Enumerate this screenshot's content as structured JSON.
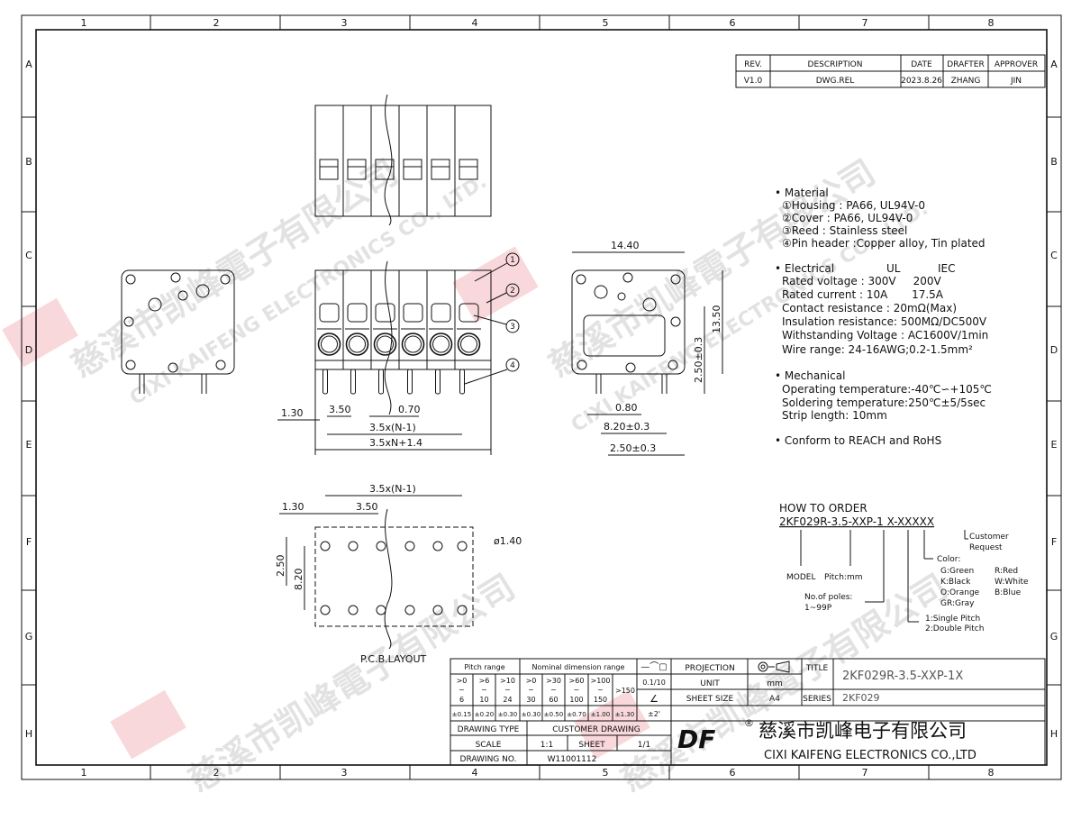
{
  "frame": {
    "columns": [
      "1",
      "2",
      "3",
      "4",
      "5",
      "6",
      "7",
      "8"
    ],
    "rows": [
      "A",
      "B",
      "C",
      "D",
      "E",
      "F",
      "G",
      "H"
    ]
  },
  "revision_table": {
    "headers": [
      "REV.",
      "DESCRIPTION",
      "DATE",
      "DRAFTER",
      "APPROVER"
    ],
    "row": [
      "V1.0",
      "DWG.REL",
      "2023.8.26",
      "ZHANG",
      "JIN"
    ]
  },
  "callouts": [
    "1",
    "2",
    "3",
    "4"
  ],
  "dimensions": {
    "front": {
      "d130": "1.30",
      "d350": "3.50",
      "d070": "0.70",
      "pitch": "3.5x(N-1)",
      "overall": "3.5xN+1.4"
    },
    "side": {
      "width": "14.40",
      "height": "13.50",
      "pin_len": "2.50±0.3",
      "pin_w": "0.80",
      "pin_span": "8.20±0.3",
      "pin_offset": "2.50±0.3"
    },
    "pcb": {
      "pitch": "3.5x(N-1)",
      "d130": "1.30",
      "d350": "3.50",
      "hole": "ø1.40",
      "d250": "2.50",
      "d820": "8.20",
      "label": "P.C.B.LAYOUT"
    }
  },
  "specs": {
    "material_title": "Material",
    "material": [
      "①Housing : PA66, UL94V-0",
      "②Cover : PA66, UL94V-0",
      "③Reed : Stainless steel",
      "④Pin header :Copper alloy, Tin plated"
    ],
    "electrical_title": "Electrical",
    "electrical_ul": "UL",
    "electrical_iec": "IEC",
    "electrical": [
      "Rated voltage : 300V     200V",
      "Rated current : 10A       17.5A",
      "Contact resistance : 20mΩ(Max)",
      "Insulation resistance: 500MΩ/DC500V",
      "Withstanding Voltage : AC1600V/1min",
      "Wire range: 24-16AWG;0.2-1.5mm²"
    ],
    "mechanical_title": "Mechanical",
    "mechanical": [
      "Operating temperature:-40℃∽+105℃",
      "Soldering temperature:250℃±5/5sec",
      "Strip length: 10mm"
    ],
    "conform": "Conform to REACH and RoHS"
  },
  "order": {
    "title": "HOW TO ORDER",
    "code": [
      "2KF029R",
      "-",
      "3.5",
      "-",
      "XXP",
      "-",
      "1",
      " ",
      "X",
      "-",
      "XXXXX"
    ],
    "model": "MODEL",
    "pitch": "Pitch:mm",
    "poles": [
      "No.of poles:",
      "1~99P"
    ],
    "pitch_type": [
      "1:Single Pitch",
      "2:Double Pitch"
    ],
    "color_title": "Color:",
    "colors": [
      "G:Green",
      "R:Red",
      "K:Black",
      "W:White",
      "O:Orange",
      "B:Blue",
      "GR:Gray"
    ],
    "customer": [
      "Customer",
      "Request"
    ]
  },
  "title_block": {
    "pitch_range": "Pitch range",
    "nominal_range": "Nominal dimension range",
    "geo_symbols": "—⌒▢",
    "ranges_from": [
      ">0",
      ">6",
      ">10",
      ">0",
      ">30",
      ">60",
      ">100"
    ],
    "ranges_to": [
      "6",
      "10",
      "24",
      "30",
      "60",
      "100",
      "150"
    ],
    "over150": ">150",
    "tolerances": [
      "±0.15",
      "±0.20",
      "±0.30",
      "±0.30",
      "±0.50",
      "±0.70",
      "±1.00",
      "±1.30"
    ],
    "flatness": "0.1/10",
    "angle_symbol": "∠",
    "angle_tol": "±2'",
    "projection_label": "PROJECTION",
    "unit_label": "UNIT",
    "unit": "mm",
    "sheet_size_label": "SHEET SIZE",
    "sheet_size": "A4",
    "title_label": "TITLE",
    "title": "2KF029R-3.5-XXP-1X",
    "series_label": "SERIES",
    "series": "2KF029",
    "drawing_type_label": "DRAWING TYPE",
    "drawing_type": "CUSTOMER DRAWING",
    "scale_label": "SCALE",
    "scale": "1:1",
    "sheet_label": "SHEET",
    "sheet": "1/1",
    "drawing_no_label": "DRAWING NO.",
    "drawing_no": "W11001112",
    "company_cn": "慈溪市凯峰电子有限公司",
    "company_en": "CIXI KAIFENG ELECTRONICS CO.,LTD",
    "logo": "DF",
    "registered": "®"
  },
  "watermark": {
    "cn": "慈溪市凯峰電子有限公司",
    "en": "CIXI KAIFENG ELECTRONICS CO., LTD.",
    "brand": "KAIFENG"
  },
  "colors": {
    "line": "#111111",
    "watermark_red": "#dd2233"
  }
}
